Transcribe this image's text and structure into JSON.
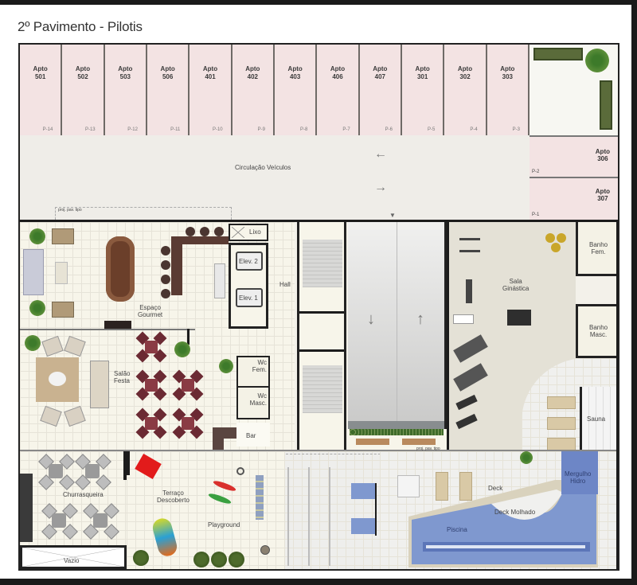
{
  "title": "2º Pavimento - Pilotis",
  "apartments_top": [
    {
      "label": "Apto",
      "number": "501",
      "spot": "P-14"
    },
    {
      "label": "Apto",
      "number": "502",
      "spot": "P-13"
    },
    {
      "label": "Apto",
      "number": "503",
      "spot": "P-12"
    },
    {
      "label": "Apto",
      "number": "506",
      "spot": "P-11"
    },
    {
      "label": "Apto",
      "number": "401",
      "spot": "P-10"
    },
    {
      "label": "Apto",
      "number": "402",
      "spot": "P-9"
    },
    {
      "label": "Apto",
      "number": "403",
      "spot": "P-8"
    },
    {
      "label": "Apto",
      "number": "406",
      "spot": "P-7"
    },
    {
      "label": "Apto",
      "number": "407",
      "spot": "P-6"
    },
    {
      "label": "Apto",
      "number": "301",
      "spot": "P-5"
    },
    {
      "label": "Apto",
      "number": "302",
      "spot": "P-4"
    },
    {
      "label": "Apto",
      "number": "303",
      "spot": "P-3"
    }
  ],
  "apartments_side": [
    {
      "label": "Apto",
      "number": "306",
      "spot": "P-2"
    },
    {
      "label": "Apto",
      "number": "307",
      "spot": "P-1"
    }
  ],
  "circulation": {
    "label": "Circulação Veículos",
    "arrow_left": "←",
    "arrow_right": "→",
    "marker": "▼"
  },
  "pne_note": "proj. pav. tipo",
  "rooms": {
    "espaco_gourmet": "Espaço\nGourmet",
    "lixo": "Lixo",
    "elev2": "Elev. 2",
    "elev1": "Elev. 1",
    "hall": "Hall",
    "salao_festa": "Salão\nFesta",
    "wc_fem": "Wc\nFem.",
    "wc_masc": "Wc\nMasc.",
    "bar": "Bar",
    "sala_ginastica": "Sala\nGinástica",
    "banho_fem": "Banho\nFem.",
    "banho_masc": "Banho\nMasc.",
    "sauna": "Sauna",
    "mergulho": "Mergulho\nHidro",
    "churrasqueira": "Churrasqueira",
    "terraco": "Terraço\nDescoberto",
    "playground": "Playground",
    "vazio": "Vazio",
    "deck": "Deck",
    "deck_molhado": "Deck Molhado",
    "piscina": "Piscina"
  },
  "ramp": {
    "arrow_down": "↓",
    "arrow_up": "↑"
  },
  "colors": {
    "apartment": "#f3e3e3",
    "floor": "#f3f1ea",
    "gym": "#e4e1d6",
    "pool": "#7f98cf",
    "wall": "#1c1c1c"
  }
}
